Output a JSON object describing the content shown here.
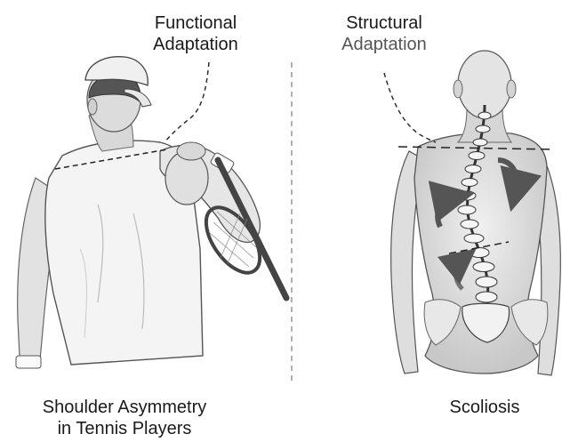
{
  "left_panel": {
    "annotation_line1": "Functional",
    "annotation_line2": "Adaptation",
    "caption_line1": "Shoulder Asymmetry",
    "caption_line2": "in Tennis Players"
  },
  "right_panel": {
    "annotation_line1": "Structural",
    "annotation_line2": "Adaptation",
    "caption": "Scoliosis"
  },
  "colors": {
    "text": "#1a1a1a",
    "annotation_gray": "#555555",
    "divider": "#999999",
    "skin_left": "#e6e6e6",
    "skin_right": "#dcdcdc",
    "shirt": "#f2f2f2",
    "arrow": "#555555"
  }
}
